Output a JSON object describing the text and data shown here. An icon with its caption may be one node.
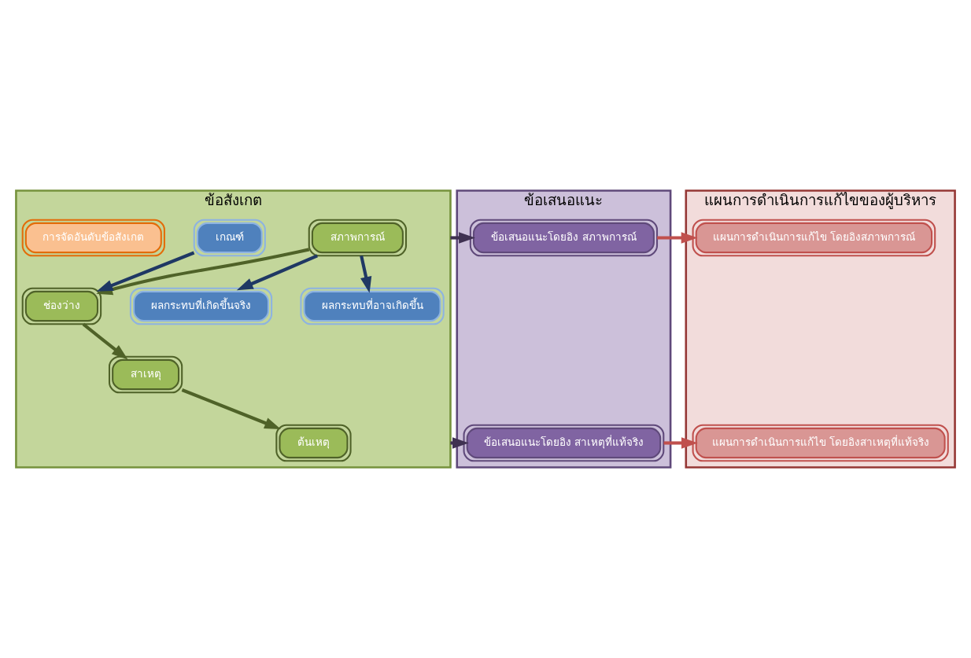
{
  "diagram": {
    "nodes": [
      {
        "text": [
          "ข้อสังเกต"
        ]
      },
      {
        "text": [
          "ผลกระทบที่เกิดขึ้นจริง"
        ],
        "in": 0
      },
      {
        "text": [
          "ผลกระทบที่อาจเกิดขึ้น"
        ],
        "in": 0
      },
      {
        "text": [
          "สภาพการณ์"
        ],
        "in": 0
      },
      {
        "text": [
          "เกณฑ์"
        ],
        "in": 0
      },
      {
        "text": [
          "ช่องว่าง"
        ],
        "in": 0
      },
      {
        "text": [
          "สาเหตุ"
        ],
        "in": 0
      },
      {
        "text": [
          "ต้นเหตุ"
        ],
        "in": 0
      },
      {
        "text": [
          "การจัดอันดับข้อสังเกต"
        ],
        "in": 0
      },
      {
        "text": [
          "ข้อเสนอแนะ"
        ]
      },
      {
        "text": [
          "ข้อเสนอแนะโดยอิง สภาพการณ์"
        ],
        "in": 9
      },
      {
        "text": [
          "ข้อเสนอแนะโดยอิง สาเหตุที่แท้จริง"
        ],
        "in": 9
      },
      {
        "text": [
          "แผนการดำเนินการแก้ไขของผู้บริหาร"
        ]
      },
      {
        "text": [
          "แผนการดำเนินการแก้ไข โดยอิงสภาพการณ์"
        ],
        "in": 12
      },
      {
        "text": [
          "แผนการดำเนินการแก้ไข โดยอิงสาเหตุที่แท้จริง"
        ],
        "in": 12
      }
    ],
    "edges": [
      {
        "from": 3,
        "to": 1,
        "arrow": "to",
        "color": "#1f3864"
      },
      {
        "from": 3,
        "to": 2,
        "arrow": "to",
        "color": "#1f3864"
      },
      {
        "from": 3,
        "to": 5,
        "arrow": "to",
        "color": "#4f6228"
      },
      {
        "from": 4,
        "to": 5,
        "arrow": "to",
        "color": "#1f3864"
      },
      {
        "from": 5,
        "to": 6,
        "arrow": "to",
        "color": "#4f6228"
      },
      {
        "from": 6,
        "to": 7,
        "arrow": "to",
        "color": "#4f6228"
      },
      {
        "from": 0,
        "to": 10,
        "arrow": "to",
        "color": "#3f3151"
      },
      {
        "from": 0,
        "to": 11,
        "arrow": "to",
        "color": "#3f3151"
      },
      {
        "from": 10,
        "to": 13,
        "arrow": "to",
        "color": "#c0504d"
      },
      {
        "from": 11,
        "to": 14,
        "arrow": "to",
        "color": "#c0504d"
      }
    ]
  }
}
